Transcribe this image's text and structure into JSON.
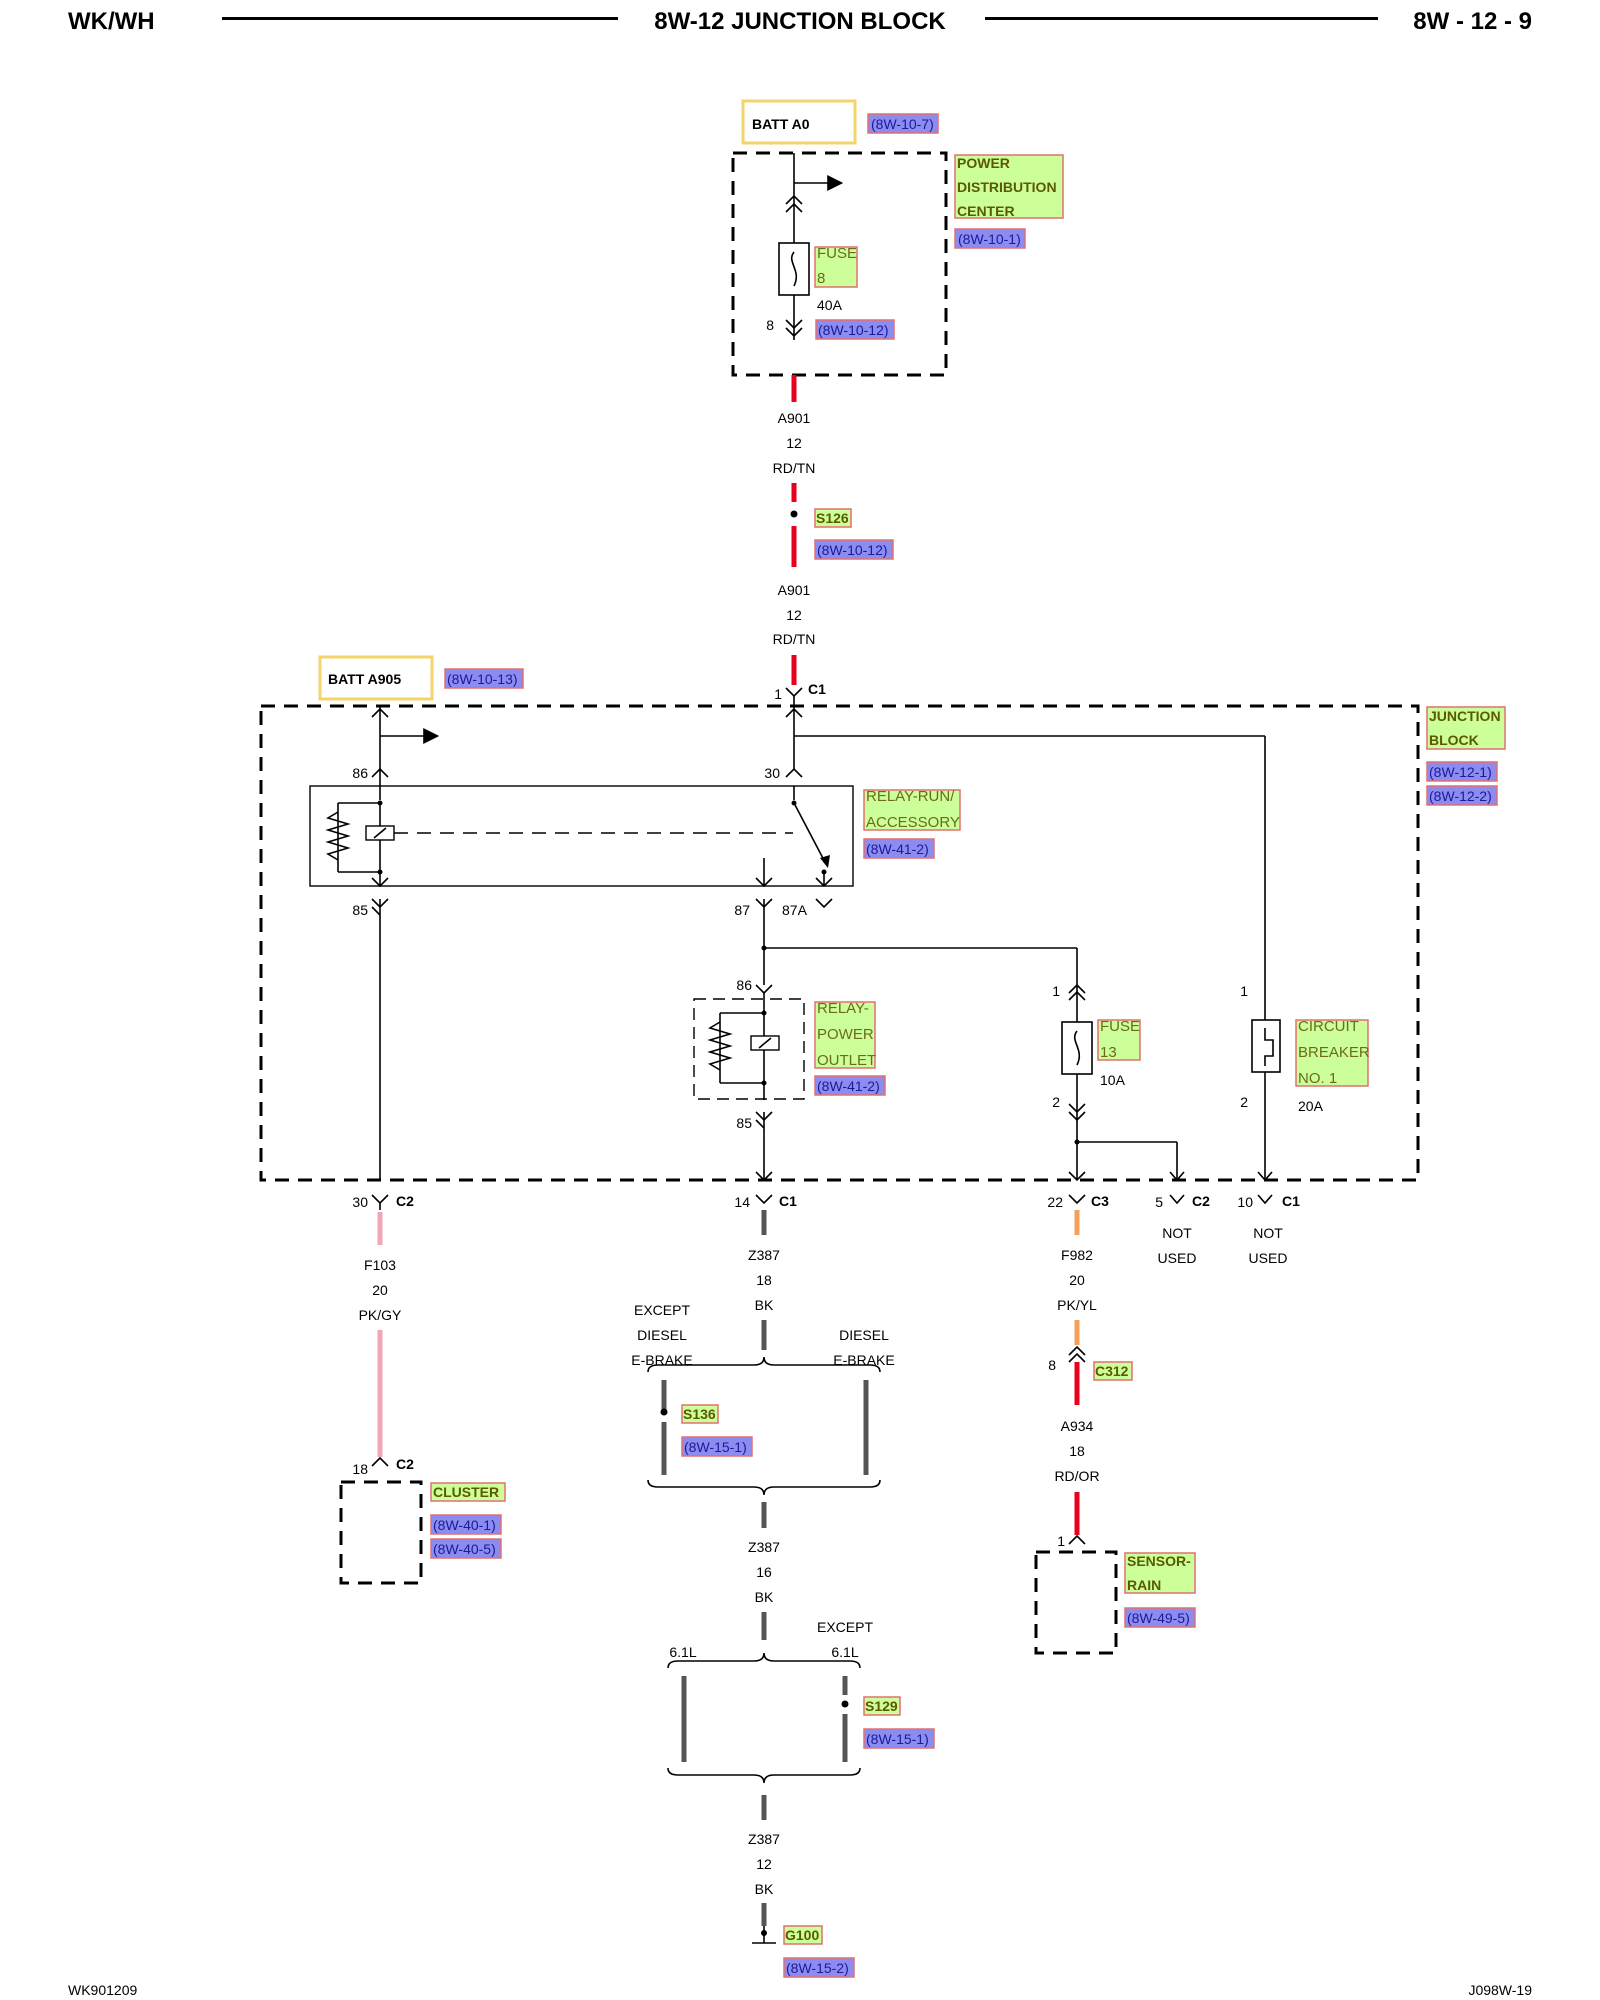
{
  "header": {
    "left": "WK/WH",
    "title": "8W-12 JUNCTION BLOCK",
    "right": "8W - 12 - 9"
  },
  "footer": {
    "left": "WK901209",
    "right": "J098W-19"
  },
  "colors": {
    "red": "#e8001c",
    "pink": "#f2a7b6",
    "dark": "#555555",
    "orange": "#f5a05a",
    "yellow_box": "#f5d36b",
    "green_fill": "#ccff99",
    "blue_fill": "#8c8cf0"
  },
  "batt_a0": {
    "label": "BATT A0",
    "ref": "(8W-10-7)"
  },
  "pdc": {
    "lines": [
      "POWER",
      "DISTRIBUTION",
      "CENTER"
    ],
    "ref": "(8W-10-1)"
  },
  "fuse8": {
    "lines": [
      "FUSE",
      "8"
    ],
    "rating": "40A",
    "pin": "8",
    "ref": "(8W-10-12)"
  },
  "wire_a901_1": {
    "circuit": "A901",
    "gauge": "12",
    "color": "RD/TN"
  },
  "splice_s126": {
    "label": "S126",
    "ref": "(8W-10-12)"
  },
  "wire_a901_2": {
    "circuit": "A901",
    "gauge": "12",
    "color": "RD/TN"
  },
  "c1_top": {
    "pin": "1",
    "conn": "C1"
  },
  "batt_a905": {
    "label": "BATT A905",
    "ref": "(8W-10-13)"
  },
  "junction_block": {
    "lines": [
      "JUNCTION",
      "BLOCK"
    ],
    "refs": [
      "(8W-12-1)",
      "(8W-12-2)"
    ]
  },
  "relay_run": {
    "lines": [
      "RELAY-RUN/",
      "ACCESSORY"
    ],
    "ref": "(8W-41-2)",
    "pins": {
      "p86": "86",
      "p30": "30",
      "p85": "85",
      "p87": "87",
      "p87a": "87A"
    }
  },
  "relay_power": {
    "lines": [
      "RELAY-",
      "POWER",
      "OUTLET"
    ],
    "ref": "(8W-41-2)",
    "pins": {
      "p86": "86",
      "p85": "85"
    }
  },
  "fuse13": {
    "lines": [
      "FUSE",
      "13"
    ],
    "rating": "10A",
    "pin_in": "1",
    "pin_out": "2"
  },
  "breaker": {
    "lines": [
      "CIRCUIT",
      "BREAKER",
      "NO. 1"
    ],
    "rating": "20A",
    "pin_in": "1",
    "pin_out": "2"
  },
  "bottom_connectors": [
    {
      "pin": "30",
      "conn": "C2"
    },
    {
      "pin": "14",
      "conn": "C1"
    },
    {
      "pin": "22",
      "conn": "C3"
    },
    {
      "pin": "5",
      "conn": "C2",
      "note": [
        "NOT",
        "USED"
      ]
    },
    {
      "pin": "10",
      "conn": "C1",
      "note": [
        "NOT",
        "USED"
      ]
    }
  ],
  "wire_f103": {
    "circuit": "F103",
    "gauge": "20",
    "color": "PK/GY"
  },
  "cluster": {
    "pin": "18",
    "conn": "C2",
    "label": "CLUSTER",
    "refs": [
      "(8W-40-1)",
      "(8W-40-5)"
    ]
  },
  "wire_z387_1": {
    "circuit": "Z387",
    "gauge": "18",
    "color": "BK"
  },
  "option_ebrake": {
    "left": [
      "EXCEPT",
      "DIESEL",
      "E-BRAKE"
    ],
    "right": [
      "DIESEL",
      "E-BRAKE"
    ]
  },
  "splice_s136": {
    "label": "S136",
    "ref": "(8W-15-1)"
  },
  "wire_z387_2": {
    "circuit": "Z387",
    "gauge": "16",
    "color": "BK"
  },
  "option_61l": {
    "left": [
      "6.1L"
    ],
    "right": [
      "EXCEPT",
      "6.1L"
    ]
  },
  "splice_s129": {
    "label": "S129",
    "ref": "(8W-15-1)"
  },
  "wire_z387_3": {
    "circuit": "Z387",
    "gauge": "12",
    "color": "BK"
  },
  "ground_g100": {
    "label": "G100",
    "ref": "(8W-15-2)"
  },
  "wire_f982": {
    "circuit": "F982",
    "gauge": "20",
    "color": "PK/YL"
  },
  "c312": {
    "pin": "8",
    "label": "C312"
  },
  "wire_a934": {
    "circuit": "A934",
    "gauge": "18",
    "color": "RD/OR"
  },
  "sensor_rain": {
    "pin": "1",
    "lines": [
      "SENSOR-",
      "RAIN"
    ],
    "ref": "(8W-49-5)"
  }
}
